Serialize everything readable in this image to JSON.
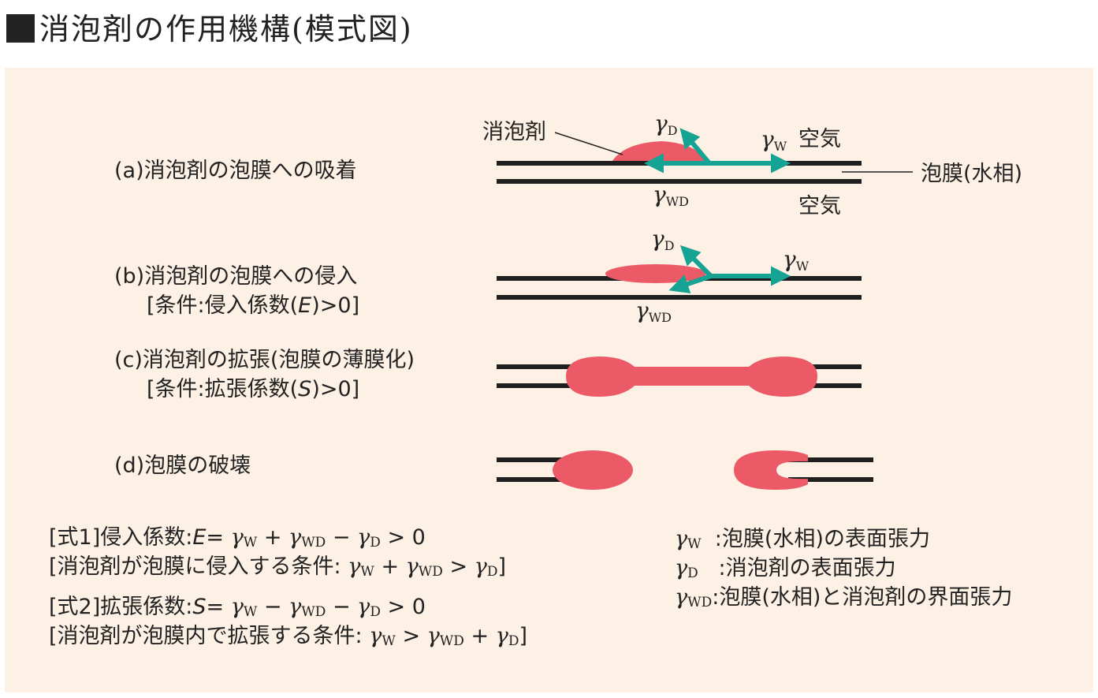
{
  "title": "消泡剤の作用機構(模式図)",
  "labels": {
    "defoamer": "消泡剤",
    "air_top": "空気",
    "air_bottom": "空気",
    "film": "泡膜(水相)",
    "gamma": "γ",
    "sub_D": "D",
    "sub_W": "W",
    "sub_WD": "WD"
  },
  "steps": {
    "a": "(a)消泡剤の泡膜への吸着",
    "b": "(b)消泡剤の泡膜への侵入",
    "b_cond_pre": "[条件:侵入係数(",
    "b_cond_var": "E",
    "b_cond_post": ")>0]",
    "c": "(c)消泡剤の拡張(泡膜の薄膜化)",
    "c_cond_pre": "[条件:拡張係数(",
    "c_cond_var": "S",
    "c_cond_post": ")>0]",
    "d": "(d)泡膜の破壊"
  },
  "formulas": {
    "f1_head": "[式1]侵入係数:",
    "f1_var": "E",
    "f1_cond": "[消泡剤が泡膜に侵入する条件:",
    "f2_head": "[式2]拡張係数:",
    "f2_var": "S",
    "f2_cond": "[消泡剤が泡膜内で拡張する条件:"
  },
  "legend": {
    "w": ":泡膜(水相)の表面張力",
    "d": ":消泡剤の表面張力",
    "wd": ":泡膜(水相)と消泡剤の界面張力"
  },
  "colors": {
    "background": "#fdf0e4",
    "defoamer": "#ec5a68",
    "arrow": "#15a393",
    "film": "#1f1f1f"
  }
}
